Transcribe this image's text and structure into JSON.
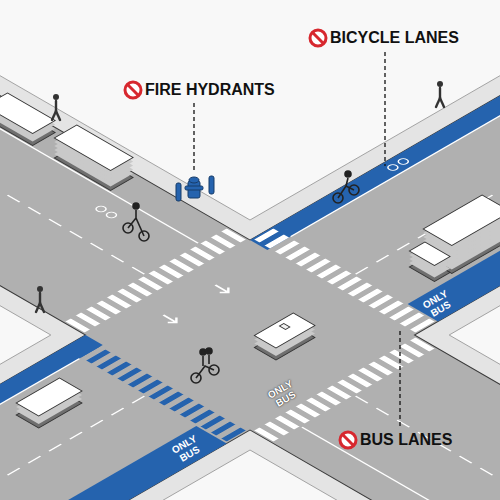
{
  "diagram": {
    "labels": [
      "BICYCLE LANES",
      "FIRE HYDRANTS",
      "ONLY BUS",
      "ONLY BUS",
      "BUS LANES",
      "ONLY BUS"
    ]
  }
}
